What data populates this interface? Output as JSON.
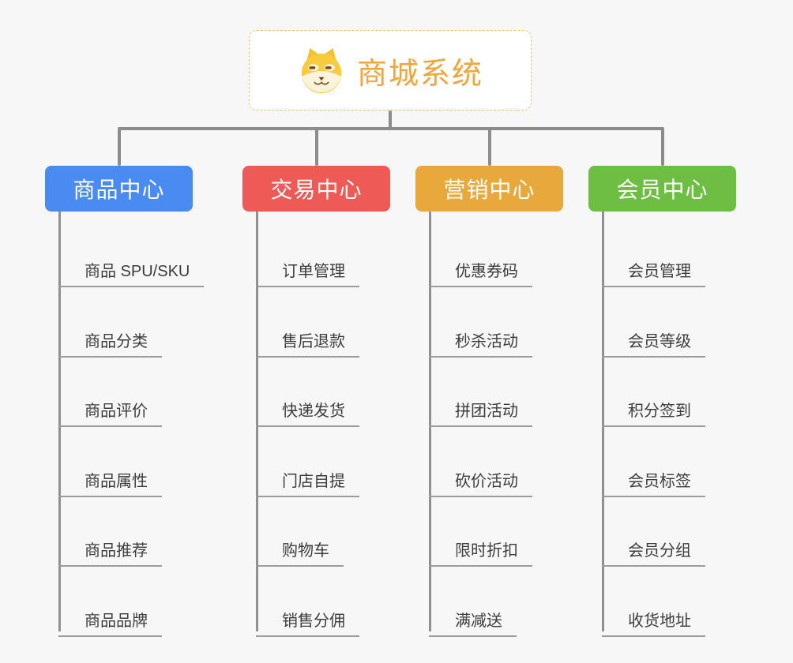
{
  "root": {
    "title": "商城系统",
    "icon": "dog-face-icon",
    "accent_color": "#F0A63C",
    "border_color": "#F3C06A",
    "background": "#FFFFFF"
  },
  "branches": [
    {
      "name": "product-center",
      "label": "商品中心",
      "color": "#4A8BF1",
      "items": [
        "商品 SPU/SKU",
        "商品分类",
        "商品评价",
        "商品属性",
        "商品推荐",
        "商品品牌"
      ]
    },
    {
      "name": "trade-center",
      "label": "交易中心",
      "color": "#EE5A55",
      "items": [
        "订单管理",
        "售后退款",
        "快递发货",
        "门店自提",
        "购物车",
        "销售分佣"
      ]
    },
    {
      "name": "marketing-center",
      "label": "营销中心",
      "color": "#E9A83B",
      "items": [
        "优惠券码",
        "秒杀活动",
        "拼团活动",
        "砍价活动",
        "限时折扣",
        "满减送"
      ]
    },
    {
      "name": "member-center",
      "label": "会员中心",
      "color": "#6FBE44",
      "items": [
        "会员管理",
        "会员等级",
        "积分签到",
        "会员标签",
        "会员分组",
        "收货地址"
      ]
    }
  ],
  "canvas": {
    "background": "#F7F7F7",
    "connector_color": "#8C8C8C",
    "trunk_color": "#909090",
    "leaf_line_color": "#9C9C9C",
    "leaf_text_color": "#3C3C3C"
  }
}
